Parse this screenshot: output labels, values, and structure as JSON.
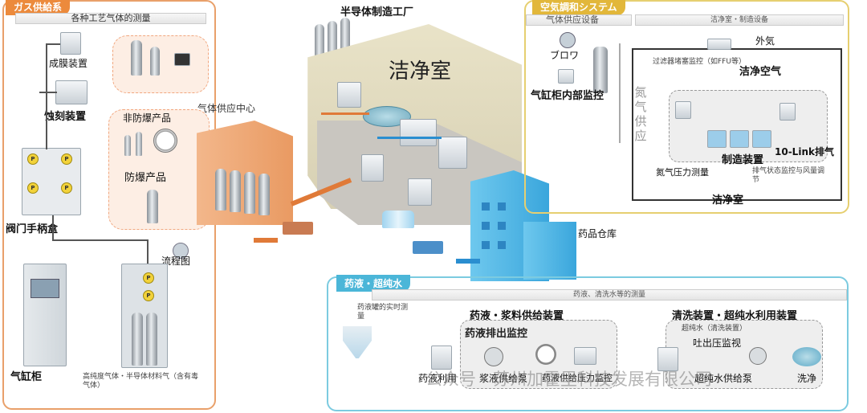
{
  "gas_panel": {
    "tag": "ガス供給系",
    "subtitle": "各种工艺气体的测量",
    "film_device": "成膜装置",
    "etch_device": "蚀刻装置",
    "non_explosion": "非防爆产品",
    "explosion_proof": "防爆产品",
    "valve_box": "阀门手柄盒",
    "flowchart": "流程图",
    "gas_cabinet": "气缸柜",
    "high_purity_note": "高纯度气体・半导体材料气（含有毒气体）",
    "gauge_letter": "P"
  },
  "center": {
    "fab_title": "半导体制造工厂",
    "cleanroom": "洁净室",
    "gas_center": "气体供应中心",
    "warehouse": "药品仓库"
  },
  "air_panel": {
    "tag": "空気調和システム",
    "gas_supply_equipment": "气体供应设备",
    "cleanroom_equipment_band": "洁净室・制造设备",
    "blower": "ブロワ",
    "outside_air": "外気",
    "filter_monitor": "过滤器堵塞监控（如FFU等）",
    "clean_air": "洁净空气",
    "cylinder_monitor": "气缸柜内部监控",
    "nitrogen_supply": "氮气供应",
    "manufacturing_device": "制造装置",
    "iolink": "10-Link排气",
    "nitrogen_pressure": "氮气压力测量",
    "exhaust_monitor": "排气状态监控与风量调节",
    "cleanroom": "洁净室"
  },
  "chem_panel": {
    "tag": "药液・超纯水",
    "band": "药液、清洗水等的测量",
    "tank_monitor": "药液罐的实时测量",
    "supply_title": "药液・浆料供给装置",
    "discharge_monitor": "药液排出监控",
    "chem_use": "药液利用",
    "pump": "浆液供给泵",
    "pressure_monitor": "药液供给压力监控",
    "wash_title": "清洗装置・超纯水利用装置",
    "ultrapure_note": "超纯水（清洗装置）",
    "discharge_pressure": "吐出压监视",
    "ultrapure_pump": "超纯水供给泵",
    "wash": "洗净"
  },
  "watermark": "公众号・苏州加霍里科技发展有限公司",
  "colors": {
    "gas_border": "#e9a06a",
    "air_border": "#e6cf70",
    "chem_border": "#7ccbe0",
    "orange": "#e07a38",
    "blue": "#2a8ed0"
  }
}
